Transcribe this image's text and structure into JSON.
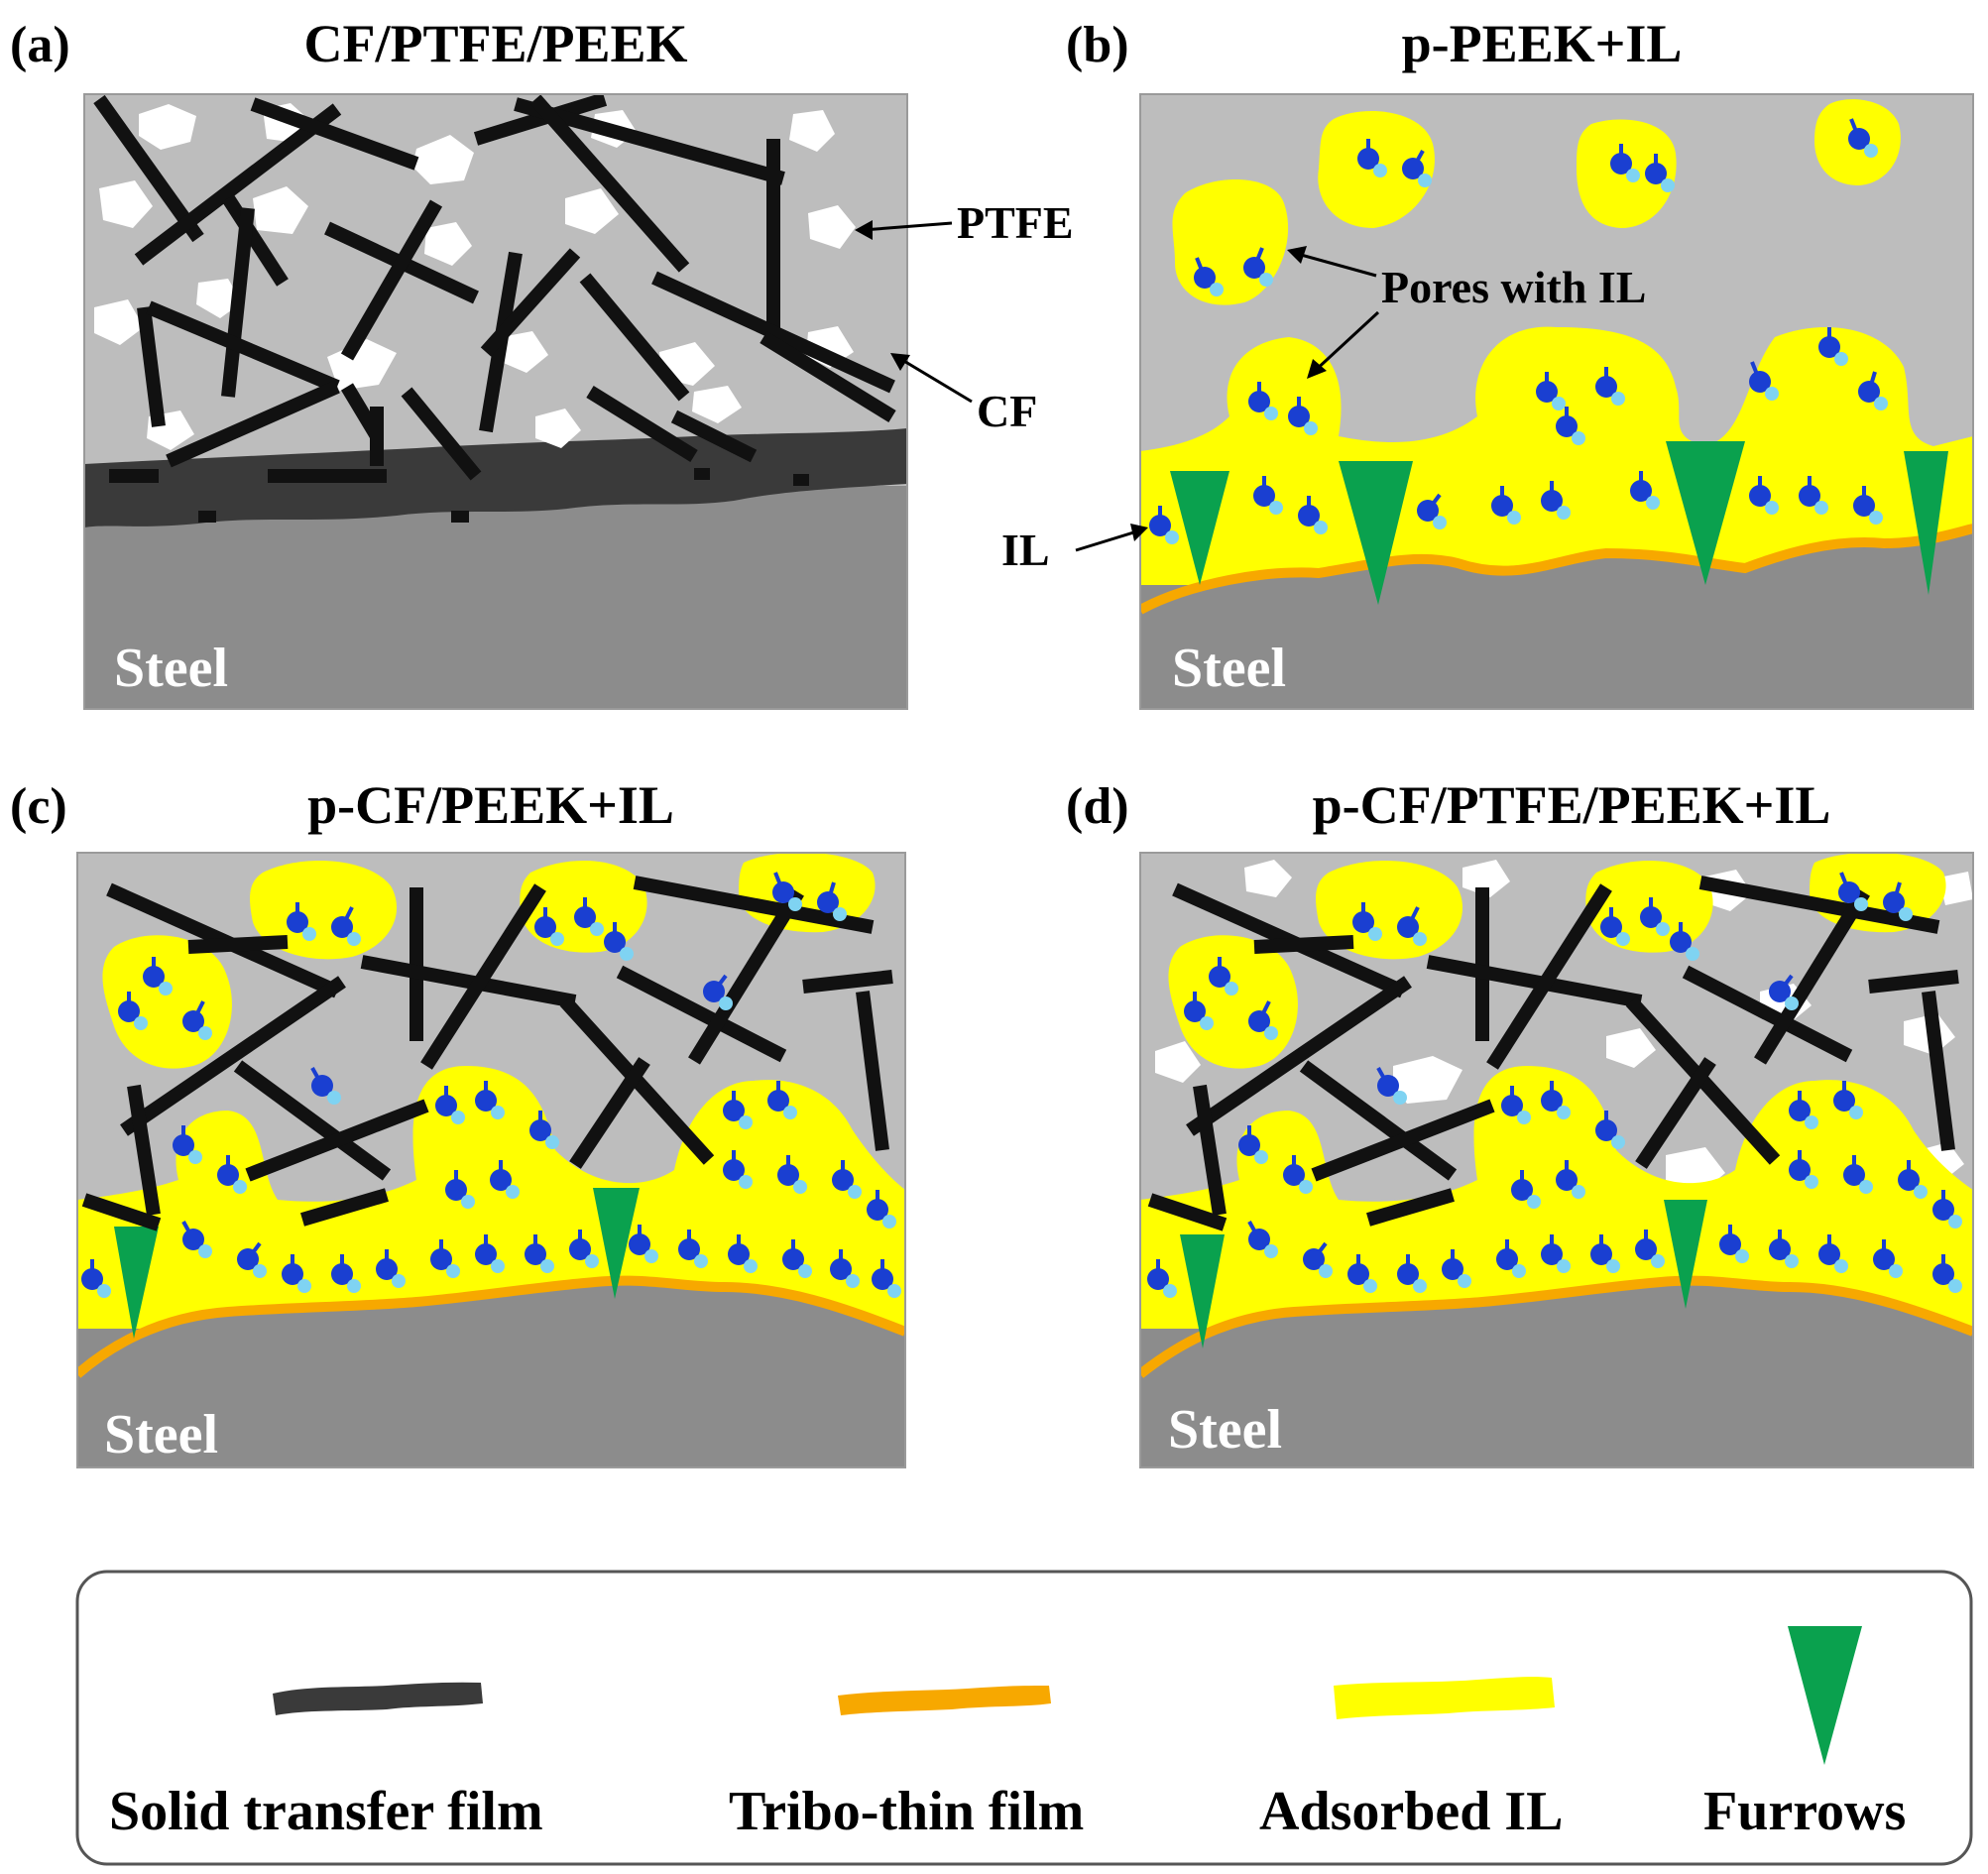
{
  "colors": {
    "matrix": "#bdbdbd",
    "steel": "#8c8c8c",
    "ptfe": "#ffffff",
    "carbon_fiber": "#111111",
    "solid_transfer_film": "#3a3a3a",
    "tribo_thin_film": "#f7a800",
    "adsorbed_il": "#ffff00",
    "furrows": "#0aa14e",
    "il_cation": "#1a3fd1",
    "il_anion": "#7fd3f2"
  },
  "panels": [
    {
      "id": "a",
      "label": "(a)",
      "title": "CF/PTFE/PEEK",
      "substrate": "Steel",
      "annotations": {
        "ptfe": "PTFE",
        "cf": "CF"
      }
    },
    {
      "id": "b",
      "label": "(b)",
      "title": "p-PEEK+IL",
      "substrate": "Steel",
      "annotations": {
        "pores": "Pores with IL",
        "il": "IL"
      }
    },
    {
      "id": "c",
      "label": "(c)",
      "title": "p-CF/PEEK+IL",
      "substrate": "Steel"
    },
    {
      "id": "d",
      "label": "(d)",
      "title": "p-CF/PTFE/PEEK+IL",
      "substrate": "Steel"
    }
  ],
  "legend": [
    {
      "label": "Solid transfer film",
      "icon": "dark-gray-wavy-band"
    },
    {
      "label": "Tribo-thin film",
      "icon": "orange-wavy-band"
    },
    {
      "label": "Adsorbed IL",
      "icon": "yellow-wavy-band"
    },
    {
      "label": "Furrows",
      "icon": "green-inverted-triangle"
    }
  ]
}
